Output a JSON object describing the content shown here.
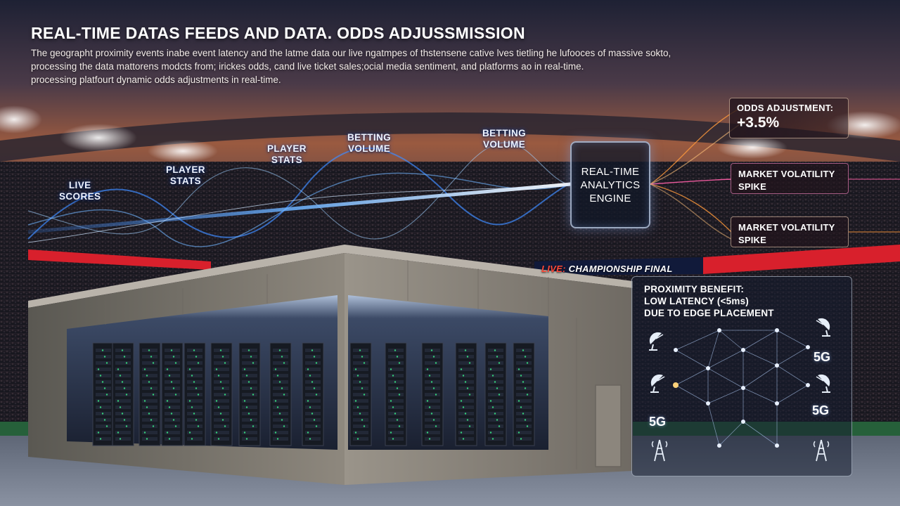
{
  "header": {
    "title": "REAL-TIME DATAS FEEDS AND DATA. ODDS ADJUSSMISSION",
    "description_lines": [
      "The geographt proximity events inabe event latency and the latme data our live ngatmpes of thstensene cative lves tietling he lufooces of massive sokto,",
      "processing the data mattorens modcts from; irickes odds, cand live ticket sales;ocial media sentiment, and platforms ao in real-time.",
      "processing platfourt dynamic odds adjustments in real-time."
    ]
  },
  "data_feeds": {
    "live_scores": "LIVE\nSCORES",
    "player_stats_1": "PLAYER\nSTATS",
    "player_stats_2": "PLAYER\nSTATS",
    "betting_volume_1": "BETTING\nVOLUME",
    "betting_volume_2": "BETTING\nVOLUME"
  },
  "engine": {
    "label": "REAL-TIME\nANALYTICS\nENGINE"
  },
  "outputs": {
    "odds_title": "ODDS ADJUSTMENT:",
    "odds_value": "+3.5%",
    "volatility_1": "MARKET VOLATILITY\nSPIKE",
    "volatility_2": "MARKET VOLATILITY\nSPIKE"
  },
  "banner": {
    "live": "LIVE:",
    "event": " CHAMPIONSHIP FINAL"
  },
  "proximity": {
    "line1": "PROXIMITY BENEFIT:",
    "line2": "LOW LATENCY (<5ms)",
    "line3": "DUE TO EDGE PLACEMENT",
    "network_label_1": "5G",
    "network_label_2": "5G",
    "network_label_3": "5G"
  },
  "colors": {
    "sky_top": "#1f2236",
    "sky_glow": "#b5613e",
    "feed_blue": "#3f8cff",
    "output_orange": "#ff9a3c",
    "volatility_pink": "#ff5fa8",
    "banner_red": "#d8202c",
    "server_led_green": "#35d07a"
  },
  "icons": [
    "satellite-dish-icon",
    "cell-tower-icon",
    "network-node-icon",
    "stadium-floodlight-icon"
  ]
}
